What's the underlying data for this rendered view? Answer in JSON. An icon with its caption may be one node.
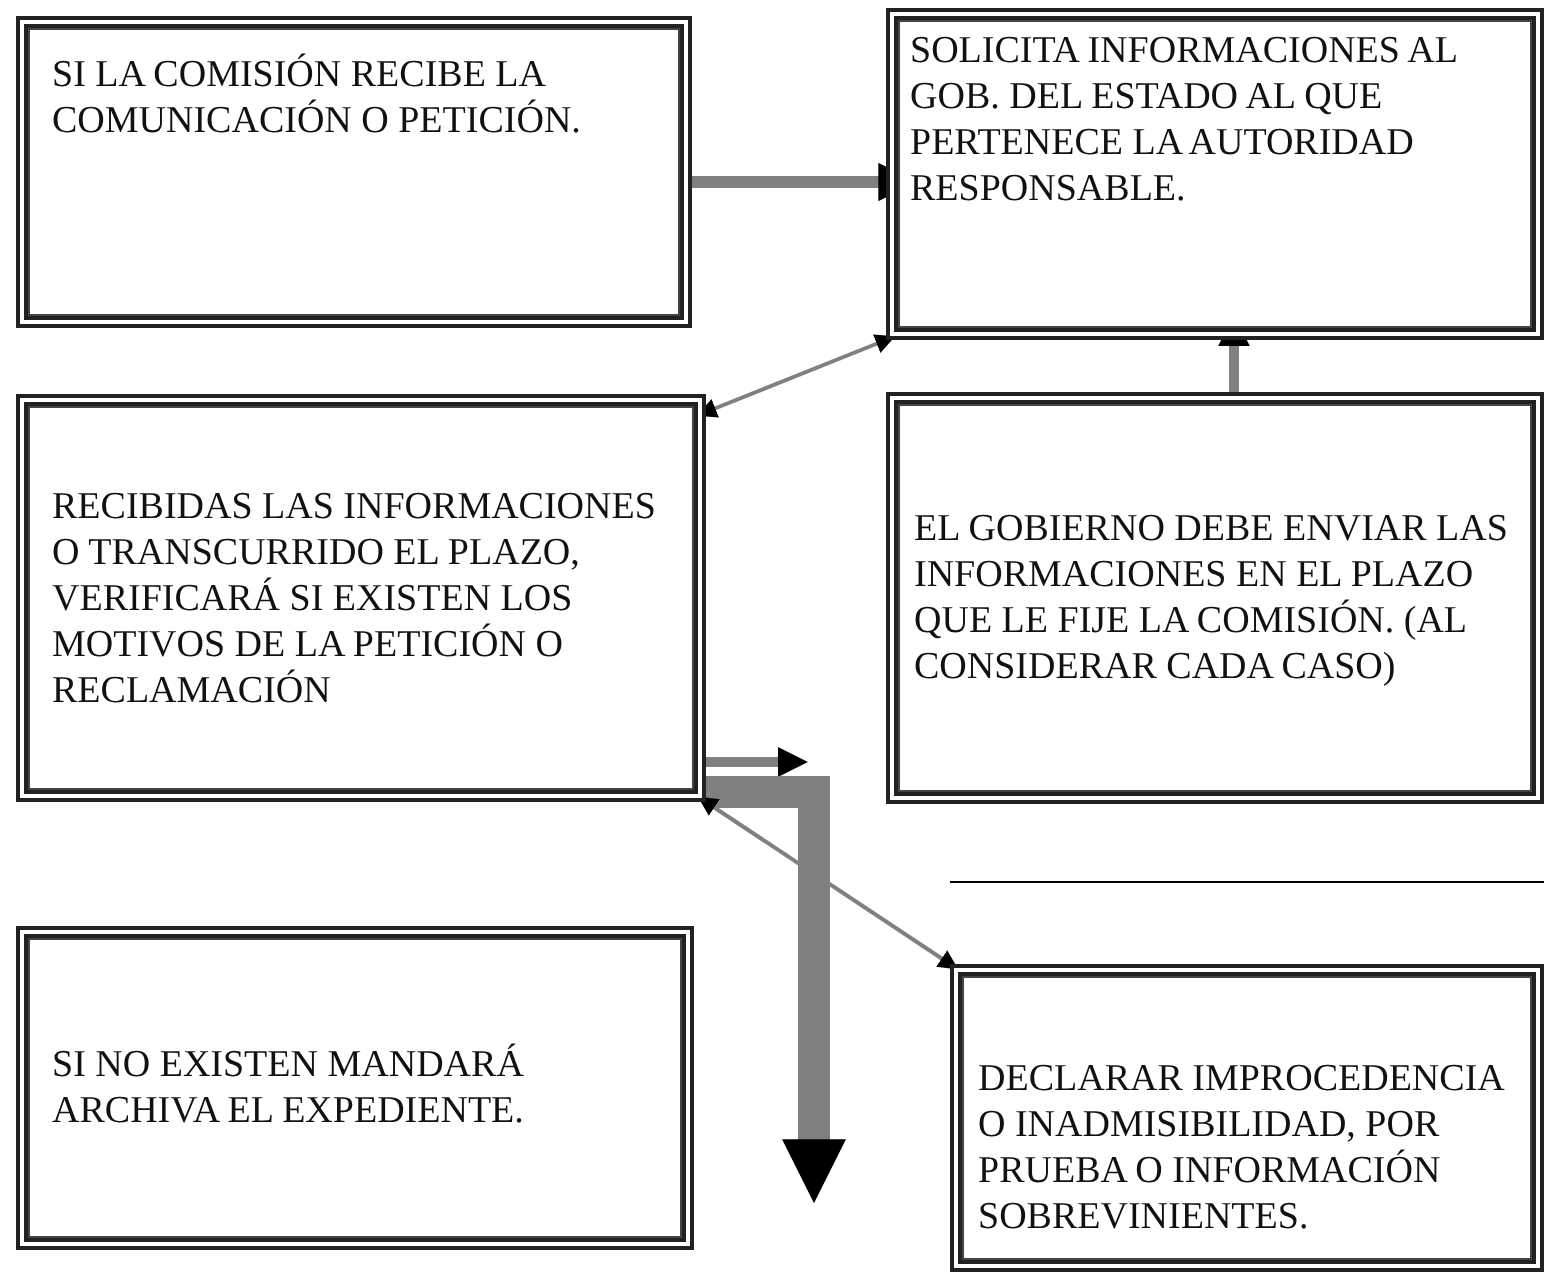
{
  "diagram": {
    "nodes": [
      {
        "text": [
          "SI LA COMISIÓN RECIBE LA COMUNICACIÓN O PETICIÓN."
        ]
      },
      {
        "text": [
          "SOLICITA INFORMACIONES AL GOB. DEL ESTADO AL QUE PERTENECE LA AUTORIDAD RESPONSABLE."
        ]
      },
      {
        "text": [
          "RECIBIDAS LAS INFORMACIONES O TRANSCURRIDO EL PLAZO, VERIFICARÁ SI EXISTEN LOS MOTIVOS DE LA PETICIÓN O RECLAMACIÓN"
        ]
      },
      {
        "text": [
          "EL GOBIERNO DEBE ENVIAR LAS INFORMACIONES EN EL PLAZO QUE LE FIJE LA COMISIÓN. (AL CONSIDERAR CADA CASO)"
        ]
      },
      {
        "text": [
          "SI NO EXISTEN MANDARÁ ARCHIVA EL EXPEDIENTE."
        ]
      },
      {
        "text": [
          "DECLARAR IMPROCEDENCIA O INADMISIBILIDAD, POR PRUEBA O INFORMACIÓN SOBREVINIENTES."
        ]
      }
    ],
    "edges": [
      {
        "from": 0,
        "to": 1,
        "arrow": "to"
      },
      {
        "from": 2,
        "to": 1,
        "arrow": "both"
      },
      {
        "from": 3,
        "to": 1,
        "arrow": "to"
      },
      {
        "from": 2,
        "to": null,
        "arrow": "to"
      },
      {
        "from": 2,
        "to": 4,
        "arrow": "to",
        "style": "thick"
      },
      {
        "from": 2,
        "to": 5,
        "arrow": "both"
      }
    ]
  }
}
